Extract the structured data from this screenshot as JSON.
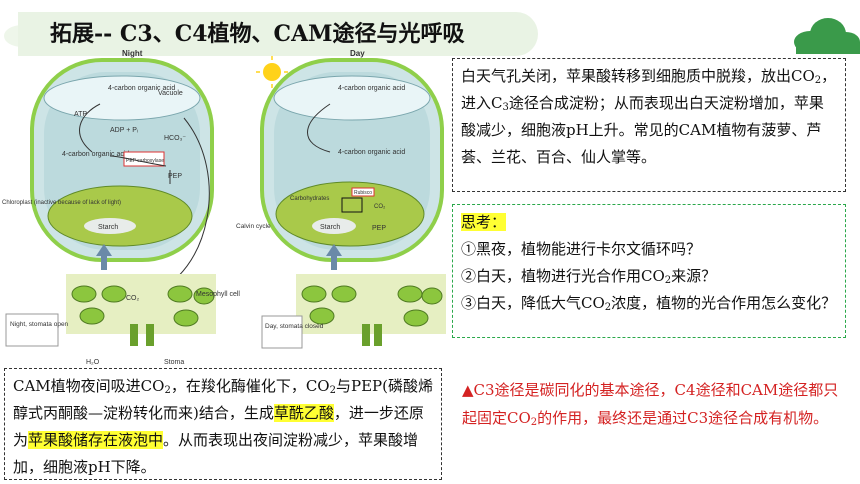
{
  "title": "拓展-- C3、C4植物、CAM途径与光呼吸",
  "figure": {
    "night_label": "Night",
    "day_label": "Day",
    "vacuole_acid": "4-carbon organic acid",
    "vacuole": "Vacuole",
    "atp": "ATP",
    "adp": "ADP + Pᵢ",
    "hco3": "HCO₃⁻",
    "cyto_acid": "4-carbon organic acid",
    "pep_carboxylase": "PEP carboxylase",
    "pep": "PEP",
    "chloroplast_note": "Chloroplast (inactive because of lack of light)",
    "starch": "Starch",
    "co2": "CO₂",
    "mesophyll": "Mesophyll cell",
    "night_stomata": "Night, stomata open",
    "h2o": "H₂O",
    "stoma": "Stoma",
    "day_vacuole_acid": "4-carbon organic acid",
    "day_cyto_acid": "4-carbon organic acid",
    "carbohydrates": "Carbohydrates",
    "rubisco": "Rubisco",
    "calvin": "Calvin cycle",
    "day_stomata": "Day, stomata closed"
  },
  "day_box": {
    "p1": "白天气孔关闭，苹果酸转移到细胞质中脱羧，放出CO",
    "p1_sub": "2",
    "p2": "，进入C",
    "p2_sub": "3",
    "p3": "途径合成淀粉；从而表现出白天淀粉增加，苹果酸减少，细胞液pH上升。常见的CAM植物有菠萝、芦荟、兰花、百合、仙人掌等。"
  },
  "think_box": {
    "heading": "思考：",
    "q1": "①黑夜，植物能进行卡尔文循环吗？",
    "q2a": "②白天，植物进行光合作用CO",
    "q2_sub": "2",
    "q2b": "来源？",
    "q3a": "③白天，降低大气CO",
    "q3_sub": "2",
    "q3b": "浓度，植物的光合作用怎么变化？"
  },
  "night_box": {
    "a": "CAM植物夜间吸进CO",
    "a_sub": "2",
    "b": "，在羧化酶催化下，CO",
    "b_sub": "2",
    "c": "与PEP(磷酸烯醇式丙酮酸—淀粉转化而来)结合，生成",
    "hl1": "草酰乙酸",
    "d": "，进一步还原为",
    "hl2": "苹果酸储存在液泡中",
    "e": "。从而表现出夜间淀粉减少，苹果酸增加，细胞液pH下降。"
  },
  "note": {
    "a": "▲C3途径是碳同化的基本途径，C4途径和CAM途径都只起固定CO",
    "a_sub": "2",
    "b": "的作用，最终还是通过C3途径合成有机物。"
  },
  "colors": {
    "cloud": "#3a9a4a",
    "title_bg": "#e9f3e4",
    "highlight": "#ffff33",
    "note": "#d42222",
    "green_border": "#2aa84a"
  }
}
